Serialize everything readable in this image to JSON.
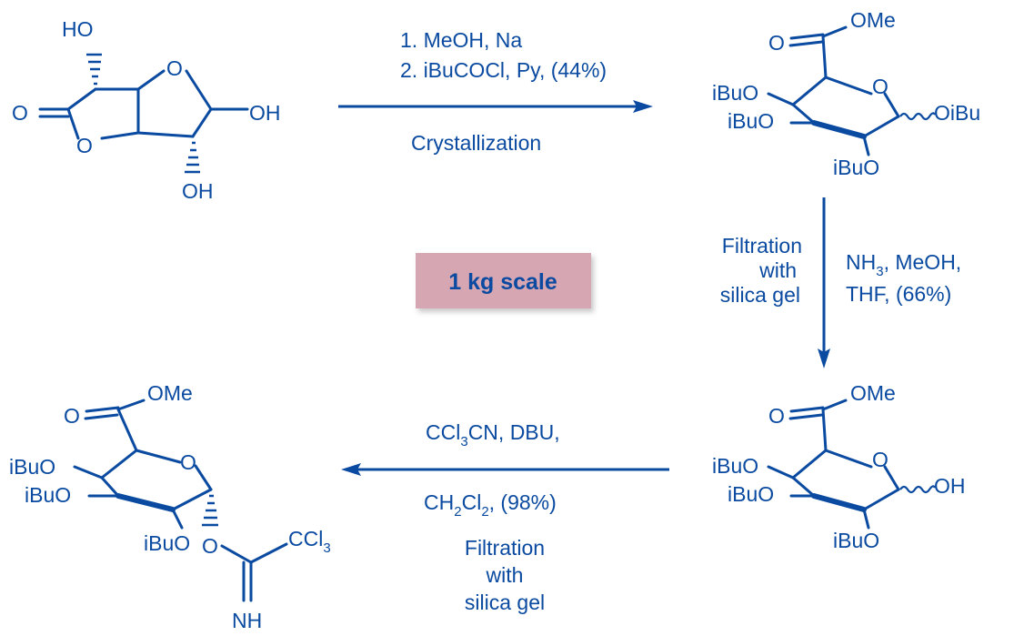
{
  "colors": {
    "ink": "#0a4aa0",
    "badge_fill": "#d6a6b2",
    "badge_text": "#0a4aa0"
  },
  "badge": {
    "label": "1 kg scale"
  },
  "reagents": {
    "step1": {
      "line1": "1. MeOH, Na",
      "line2": "2. iBuCOCl, Py, (44%)",
      "below": "Crystallization"
    },
    "step2_left": {
      "line1": "Filtration",
      "line2": "with",
      "line3": "silica gel"
    },
    "step2_right": {
      "line1_pre": "NH",
      "line1_sub": "3",
      "line1_post": ", MeOH,",
      "line2": "THF, (66%)"
    },
    "step3_above": {
      "pre": "CCl",
      "sub": "3",
      "post": "CN, DBU,"
    },
    "step3_below": {
      "pre": "CH",
      "sub1": "2",
      "mid": "Cl",
      "sub2": "2",
      "post": ", (98%)"
    },
    "step3_filtration": {
      "line1": "Filtration",
      "line2": "with",
      "line3": "silica gel"
    }
  },
  "molecules": {
    "lactone": {
      "ho_top": "HO",
      "o_ring1": "O",
      "o_carbonyl": "O",
      "o_ring2": "O",
      "oh_right": "OH",
      "oh_bottom": "OH"
    },
    "tetraester": {
      "o_carbonyl": "O",
      "ome": "OMe",
      "o_ring": "O",
      "ibuo_1": "iBuO",
      "ibuo_2": "iBuO",
      "ibuo_3": "iBuO",
      "oibu": "OiBu"
    },
    "hemiacetal": {
      "o_carbonyl": "O",
      "ome": "OMe",
      "o_ring": "O",
      "ibuo_1": "iBuO",
      "ibuo_2": "iBuO",
      "ibuo_3": "iBuO",
      "oh": "OH"
    },
    "imidate": {
      "o_carbonyl": "O",
      "ome": "OMe",
      "o_ring": "O",
      "ibuo_1": "iBuO",
      "ibuo_2": "iBuO",
      "ibuo_3": "iBuO",
      "o_anomeric": "O",
      "ccl_pre": "CCl",
      "ccl_sub": "3",
      "nh": "NH"
    }
  }
}
